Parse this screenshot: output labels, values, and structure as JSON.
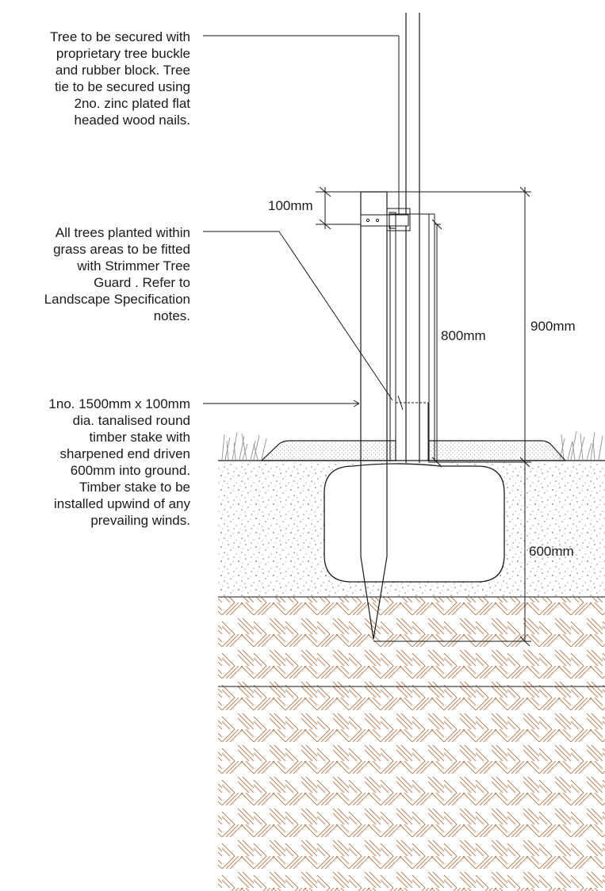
{
  "notes": {
    "tree_buckle": "Tree to be secured with\nproprietary tree buckle\nand rubber block. Tree\ntie to be secured using\n2no. zinc plated flat\nheaded wood nails.",
    "strimmer_guard": "All trees planted within\ngrass areas to be fitted\nwith  Strimmer Tree\nGuard . Refer to\nLandscape Specification\nnotes.",
    "timber_stake": "1no. 1500mm x 100mm\ndia. tanalised round\ntimber stake  with\nsharpened end driven\n600mm into ground.\nTimber stake to be\ninstalled upwind of any\nprevailing winds."
  },
  "dimensions": {
    "tie_spacing": "100mm",
    "guard_height": "800mm",
    "stake_above_ground": "900mm",
    "stake_below_ground": "600mm"
  },
  "colors": {
    "line": "#1a1a1a",
    "topsoil_speckle": "#8a6a4a",
    "subsoil_hatch": "#b07a50",
    "grass": "#9a9a9a",
    "mulch_dots": "#555555"
  }
}
